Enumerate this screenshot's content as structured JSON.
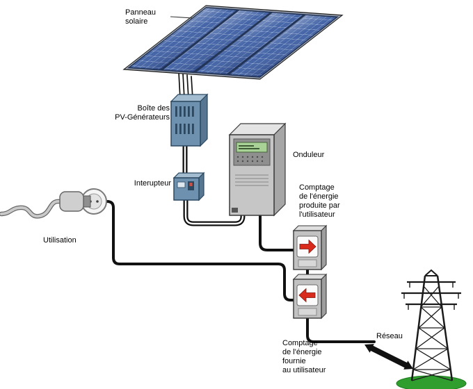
{
  "labels": {
    "panel": [
      "Panneau",
      "solaire"
    ],
    "pv_box": [
      "Boîte des",
      "PV-Générateurs"
    ],
    "switch": "Interupteur",
    "inverter": "Onduleur",
    "meter_produced": [
      "Comptage",
      "de l'énergie",
      "produite par",
      "l'utilisateur"
    ],
    "meter_supplied": [
      "Comptage",
      "de l'énergie",
      "fournie",
      "au utilisateur"
    ],
    "usage": "Utilisation",
    "grid": "Réseau"
  },
  "colors": {
    "wire": "#111111",
    "arrow_red": "#d92b1c",
    "ground_green": "#2f9e2f",
    "panel_cell": "#3a5ca2",
    "panel_grid": "#ccd8ee",
    "box_blue": "#6f91b0",
    "box_blue_top": "#a3bccf",
    "box_blue_side": "#567691",
    "metal_gray": "#c6c6c6",
    "lcd_green": "#a9d396"
  }
}
